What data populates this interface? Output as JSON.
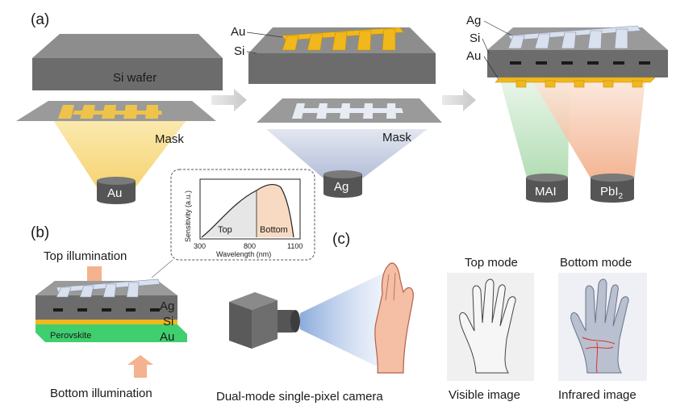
{
  "panels": {
    "a": "(a)",
    "b": "(b)",
    "c": "(c)"
  },
  "step1": {
    "wafer": "Si wafer",
    "mask": "Mask",
    "source": "Au"
  },
  "step2": {
    "top_layer": "Au",
    "base_layer": "Si",
    "mask": "Mask",
    "source": "Ag"
  },
  "step3": {
    "top_layer": "Ag",
    "middle_layer": "Si",
    "bottom_layer": "Au",
    "source_left": "MAI",
    "source_right_main": "PbI",
    "source_right_sub": "2"
  },
  "device": {
    "top_light": "Top illumination",
    "bottom_light": "Bottom illumination",
    "layer_ag": "Ag",
    "layer_si": "Si",
    "layer_au": "Au",
    "layer_perovskite": "Perovskite"
  },
  "inset": {
    "ylabel": "Sensitivity (a.u.)",
    "xlabel": "Wavelength (nm)",
    "xticks": [
      "300",
      "800",
      "1100"
    ],
    "region_top": "Top",
    "region_bottom": "Bottom"
  },
  "camera": {
    "caption": "Dual-mode single-pixel camera"
  },
  "results": {
    "top_title": "Top mode",
    "bottom_title": "Bottom mode",
    "top_caption": "Visible image",
    "bottom_caption": "Infrared image"
  },
  "colors": {
    "gold": "#f0b81c",
    "silver": "#c9d3e6",
    "slab": "#8e8e8e",
    "perovskite": "#3fcf6e",
    "beam_gold": "#f7dc8a",
    "beam_ag": "#b9c3dc",
    "beam_mai": "#bfe3c0",
    "beam_pbi": "#f6c4a6",
    "arrow": "#f4b28e"
  }
}
